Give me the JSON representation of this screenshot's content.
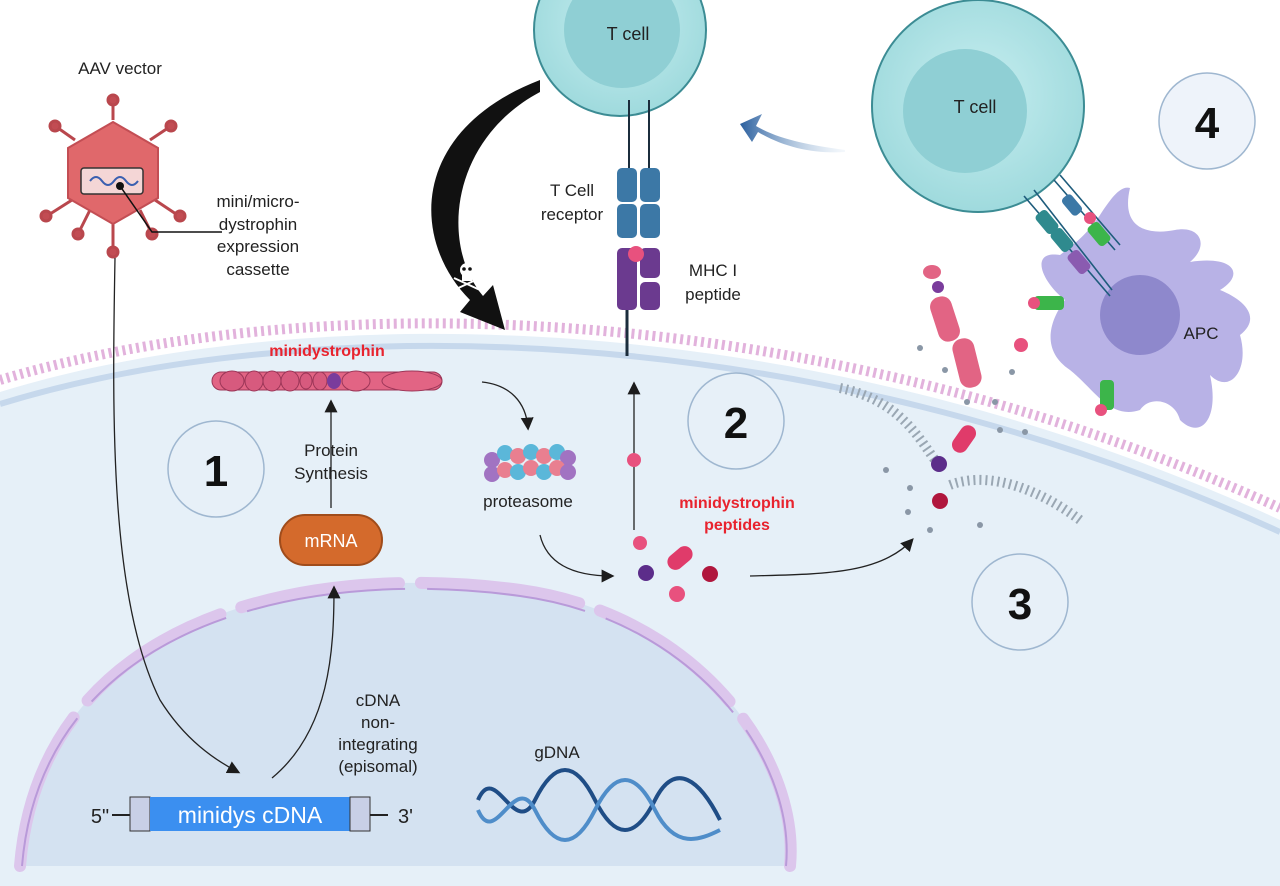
{
  "labels": {
    "aav_vector": "AAV vector",
    "cassette": [
      "mini/micro-",
      "dystrophin",
      "expression",
      "cassette"
    ],
    "tcell_top": "T cell",
    "tcell_right": "T cell",
    "tcr": [
      "T Cell",
      "receptor"
    ],
    "mhc": [
      "MHC I",
      "peptide"
    ],
    "minidystrophin": "minidystrophin",
    "protein_synthesis": [
      "Protein",
      "Synthesis"
    ],
    "proteasome": "proteasome",
    "peptides": [
      "minidystrophin",
      "peptides"
    ],
    "mrna": "mRNA",
    "cdna_note": [
      "cDNA",
      "non-",
      "integrating",
      "(episomal)"
    ],
    "gdna": "gDNA",
    "five_prime": "5\"",
    "three_prime": "3'",
    "minidys_cdna": "minidys cDNA",
    "apc": "APC"
  },
  "steps": [
    "1",
    "2",
    "3",
    "4"
  ],
  "colors": {
    "cytoplasm": "#e6f0f8",
    "nucleus": "#d4e2f1",
    "membrane": "#e3a8d6",
    "accent_red": "#e8232e",
    "aav": "#e0686b",
    "tcell": "#b3e6e8",
    "apc": "#b8b2e6",
    "mrna": "#d46a2c",
    "cdna": "#3b8ff0"
  }
}
